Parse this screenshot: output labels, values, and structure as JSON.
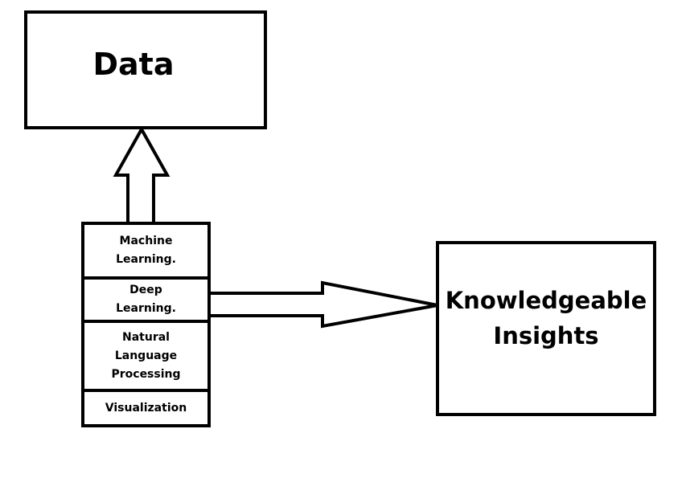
{
  "diagram": {
    "nodes": {
      "data": {
        "label": "Data"
      },
      "insights": {
        "label_lines": [
          "Knowledgeable",
          "Insights"
        ]
      },
      "techniques": [
        {
          "label_lines": [
            "Machine",
            "Learning."
          ]
        },
        {
          "label_lines": [
            "Deep",
            "Learning."
          ]
        },
        {
          "label_lines": [
            "Natural",
            "Language",
            "Processing"
          ]
        },
        {
          "label_lines": [
            "Visualization"
          ]
        }
      ]
    },
    "edges": [
      {
        "from": "techniques",
        "to": "data",
        "style": "block-arrow-up"
      },
      {
        "from": "techniques",
        "to": "insights",
        "style": "block-arrow-right"
      }
    ],
    "colors": {
      "stroke": "#000000",
      "fill": "#ffffff",
      "text": "#000000"
    }
  }
}
